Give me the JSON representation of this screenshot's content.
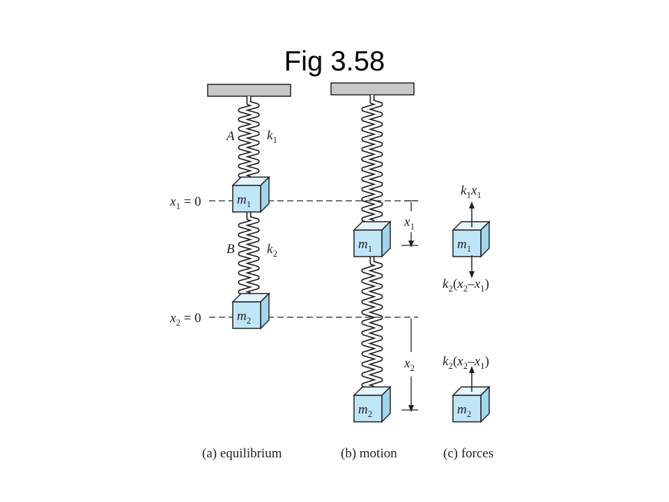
{
  "title": "Fig 3.58",
  "labels": {
    "spring_a": "A",
    "k": "k",
    "spring_b": "B",
    "m": "m",
    "x": "x",
    "idx1": "1",
    "idx2": "2",
    "equals_zero": " = 0",
    "dash": "–",
    "lparen": "(",
    "rparen": ")"
  },
  "captions": {
    "a": "(a) equilibrium",
    "b": "(b) motion",
    "c": "(c) forces"
  },
  "colors": {
    "block_front": "#bfe6f7",
    "block_side": "#9fd6ee",
    "block_top": "#e4f4fc",
    "ceiling": "#c8c8c8",
    "line": "#231f20"
  }
}
